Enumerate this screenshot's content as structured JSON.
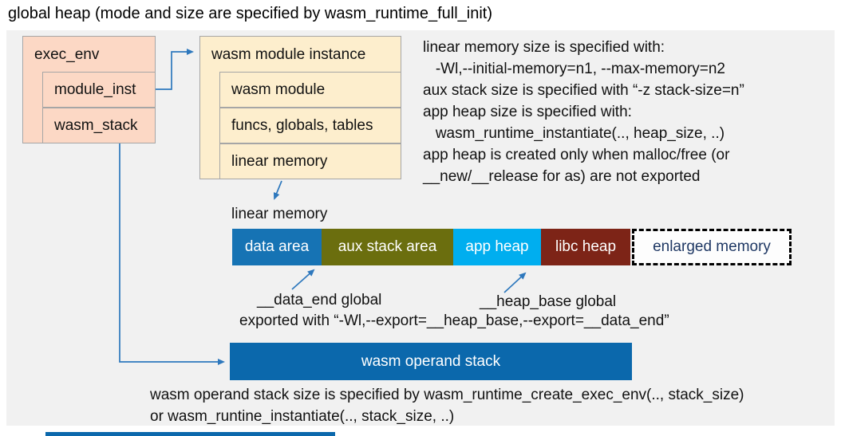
{
  "title": "global heap (mode and size are specified by wasm_runtime_full_init)",
  "colors": {
    "panel": "#f1f1f1",
    "connector": "#2e78bd",
    "exec_fill": "#fcd8c5",
    "instance_fill": "#fdeecd"
  },
  "exec_env": {
    "header": "exec_env",
    "fields": {
      "module_inst": "module_inst",
      "wasm_stack": "wasm_stack"
    }
  },
  "module_instance": {
    "header": "wasm module instance",
    "fields": {
      "wasm_module": "wasm module",
      "funcs_globals_tables": "funcs, globals, tables",
      "linear_memory": "linear memory"
    }
  },
  "notes": {
    "lines": [
      "linear memory size is specified with:",
      "   -Wl,--initial-memory=n1, --max-memory=n2",
      "aux stack size is specified with “-z stack-size=n”",
      "app heap size is specified with:",
      "   wasm_runtime_instantiate(.., heap_size, ..)",
      "app heap is created only when malloc/free (or",
      "__new/__release for as) are not exported"
    ]
  },
  "linear_memory": {
    "label": "linear memory",
    "segments": [
      {
        "label": "data area",
        "color": "#1673b4"
      },
      {
        "label": "aux stack area",
        "color": "#6b6e0e"
      },
      {
        "label": "app heap",
        "color": "#00aeef"
      },
      {
        "label": "libc heap",
        "color": "#7d2417"
      }
    ],
    "enlarged": {
      "label": "enlarged memory",
      "text_color": "#1f3864"
    }
  },
  "annotations": {
    "data_end": "__data_end global",
    "heap_base": "__heap_base global",
    "exported": "exported with “-Wl,--export=__heap_base,--export=__data_end”"
  },
  "operand_stack": {
    "label": "wasm operand stack",
    "color": "#0b68ac"
  },
  "bottom_notes": {
    "lines": [
      "wasm operand stack size is specified by wasm_runtime_create_exec_env(.., stack_size)",
      "or wasm_runtine_instantiate(.., stack_size, ..)"
    ]
  }
}
